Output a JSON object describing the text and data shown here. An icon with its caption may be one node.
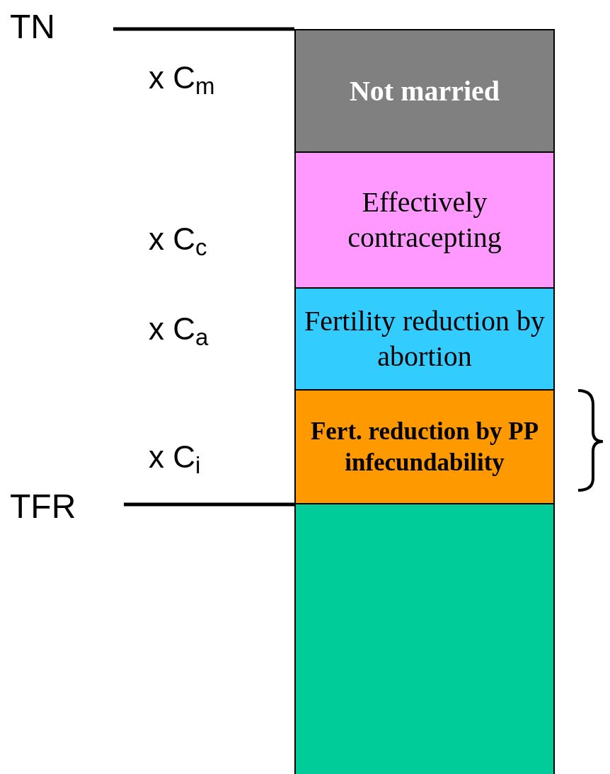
{
  "diagram": {
    "nodes": [
      {
        "text": [
          "TN"
        ]
      },
      {
        "text": [
          "Not married"
        ]
      },
      {
        "text": [
          "Effectively contracepting"
        ]
      },
      {
        "text": [
          "Fertility reduction by abortion"
        ]
      },
      {
        "text": [
          "Fert. reduction by PP infecundability"
        ]
      },
      {
        "text": [
          "TFR"
        ]
      },
      {
        "text": [],
        "shape": "box"
      }
    ],
    "edges": [
      {
        "from": 0,
        "to": 1,
        "arrow": "none"
      },
      {
        "from": 5,
        "to": 6,
        "arrow": "none"
      }
    ],
    "labels": [
      "x C$_{m}$",
      "x C$_{c}$",
      "x C$_{a}$",
      "x C$_{i}$"
    ]
  }
}
